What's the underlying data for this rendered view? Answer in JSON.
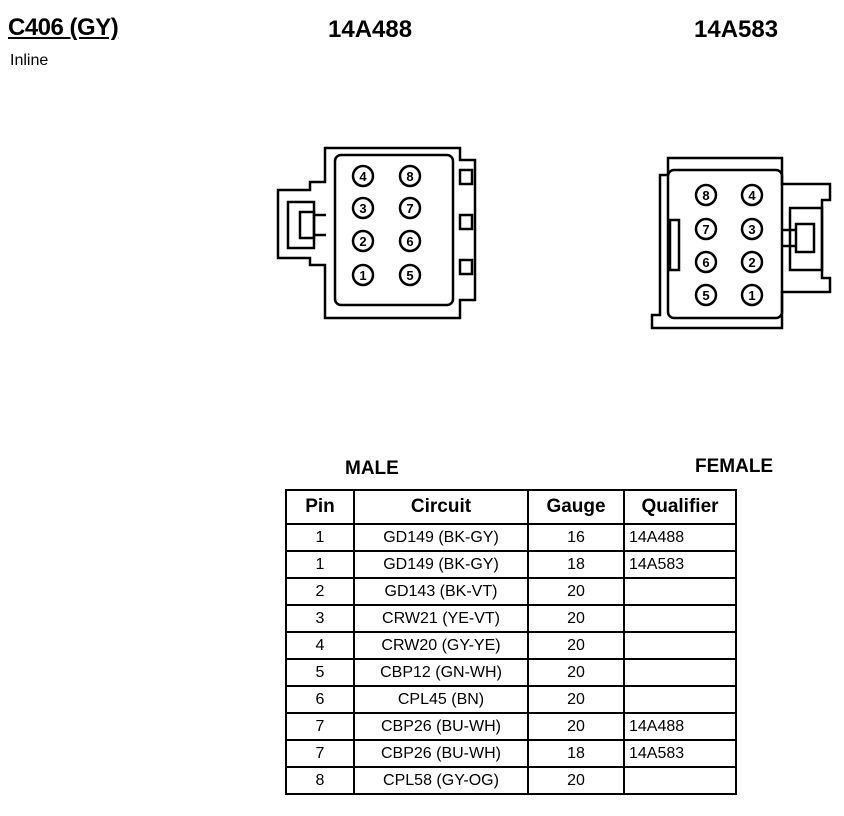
{
  "connector": {
    "id": "C406 (GY)",
    "subtitle": "Inline"
  },
  "parts": {
    "male": "14A488",
    "female": "14A583"
  },
  "labels": {
    "male": "MALE",
    "female": "FEMALE"
  },
  "male_pins": [
    "4",
    "8",
    "3",
    "7",
    "2",
    "6",
    "1",
    "5"
  ],
  "female_pins": [
    "8",
    "4",
    "7",
    "3",
    "6",
    "2",
    "5",
    "1"
  ],
  "table": {
    "headers": [
      "Pin",
      "Circuit",
      "Gauge",
      "Qualifier"
    ],
    "rows": [
      {
        "pin": "1",
        "circuit": "GD149 (BK-GY)",
        "gauge": "16",
        "qualifier": "14A488"
      },
      {
        "pin": "1",
        "circuit": "GD149 (BK-GY)",
        "gauge": "18",
        "qualifier": "14A583"
      },
      {
        "pin": "2",
        "circuit": "GD143 (BK-VT)",
        "gauge": "20",
        "qualifier": ""
      },
      {
        "pin": "3",
        "circuit": "CRW21 (YE-VT)",
        "gauge": "20",
        "qualifier": ""
      },
      {
        "pin": "4",
        "circuit": "CRW20 (GY-YE)",
        "gauge": "20",
        "qualifier": ""
      },
      {
        "pin": "5",
        "circuit": "CBP12 (GN-WH)",
        "gauge": "20",
        "qualifier": ""
      },
      {
        "pin": "6",
        "circuit": "CPL45 (BN)",
        "gauge": "20",
        "qualifier": ""
      },
      {
        "pin": "7",
        "circuit": "CBP26 (BU-WH)",
        "gauge": "20",
        "qualifier": "14A488"
      },
      {
        "pin": "7",
        "circuit": "CBP26 (BU-WH)",
        "gauge": "18",
        "qualifier": "14A583"
      },
      {
        "pin": "8",
        "circuit": "CPL58 (GY-OG)",
        "gauge": "20",
        "qualifier": ""
      }
    ]
  }
}
